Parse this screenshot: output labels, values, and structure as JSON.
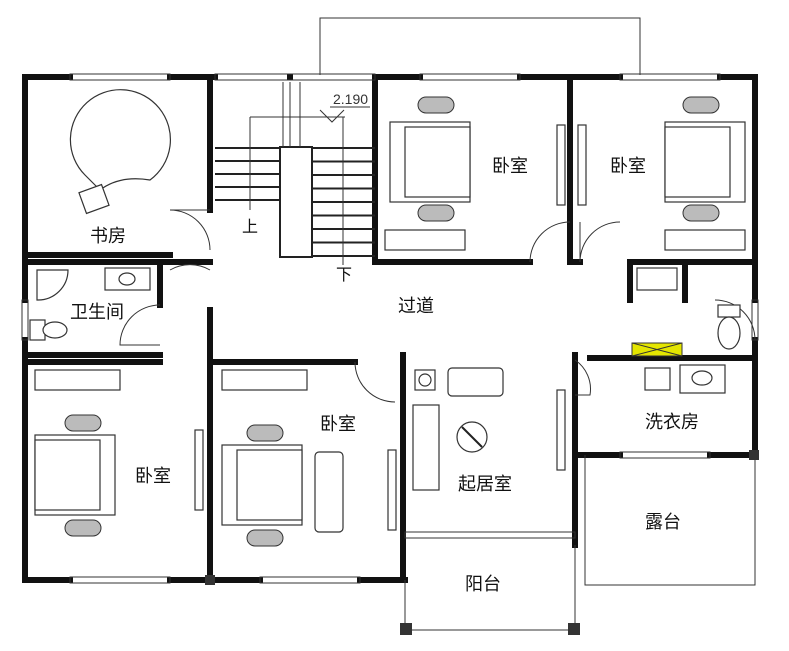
{
  "rooms": {
    "study": "书房",
    "bathroom": "卫生间",
    "bedroom_top_1": "卧室",
    "bedroom_top_2": "卧室",
    "bedroom_bottom_left": "卧室",
    "bedroom_bottom_mid": "卧室",
    "corridor": "过道",
    "living": "起居室",
    "laundry": "洗衣房",
    "terrace": "露台",
    "balcony": "阳台"
  },
  "stairs": {
    "up": "上",
    "down": "下",
    "elevation": "2.190"
  }
}
